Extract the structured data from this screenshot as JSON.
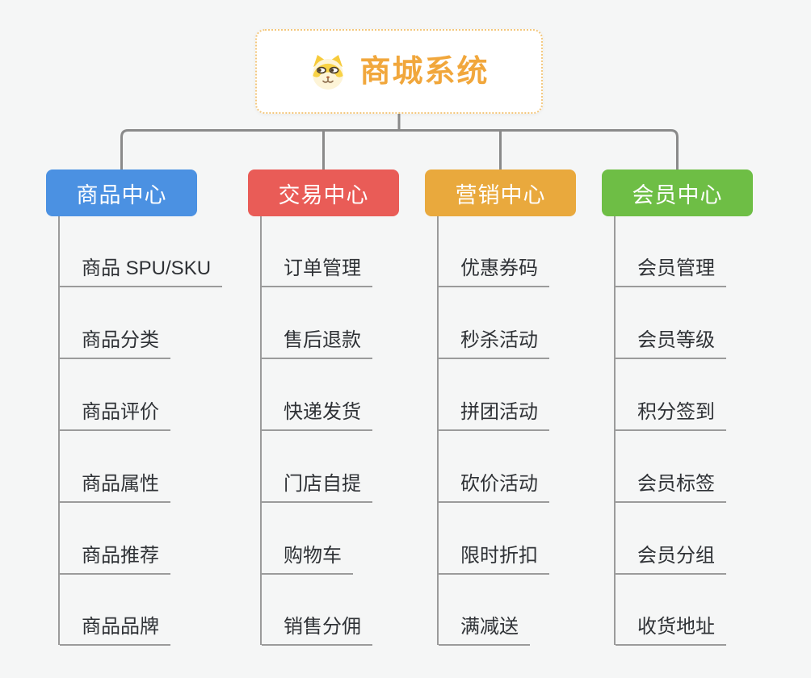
{
  "root": {
    "title": "商城系统",
    "icon": "shiba-dog-icon",
    "title_color": "#F1A73C",
    "border_color": "#F3C77D"
  },
  "connectors": {
    "color": "#8A8A8A"
  },
  "branches": [
    {
      "label": "商品中心",
      "color": "#4B91E2",
      "children": [
        "商品 SPU/SKU",
        "商品分类",
        "商品评价",
        "商品属性",
        "商品推荐",
        "商品品牌"
      ]
    },
    {
      "label": "交易中心",
      "color": "#E95C57",
      "children": [
        "订单管理",
        "售后退款",
        "快递发货",
        "门店自提",
        "购物车",
        "销售分佣"
      ]
    },
    {
      "label": "营销中心",
      "color": "#E9A93D",
      "children": [
        "优惠券码",
        "秒杀活动",
        "拼团活动",
        "砍价活动",
        "限时折扣",
        "满减送"
      ]
    },
    {
      "label": "会员中心",
      "color": "#6EBE45",
      "children": [
        "会员管理",
        "会员等级",
        "积分签到",
        "会员标签",
        "会员分组",
        "收货地址"
      ]
    }
  ]
}
